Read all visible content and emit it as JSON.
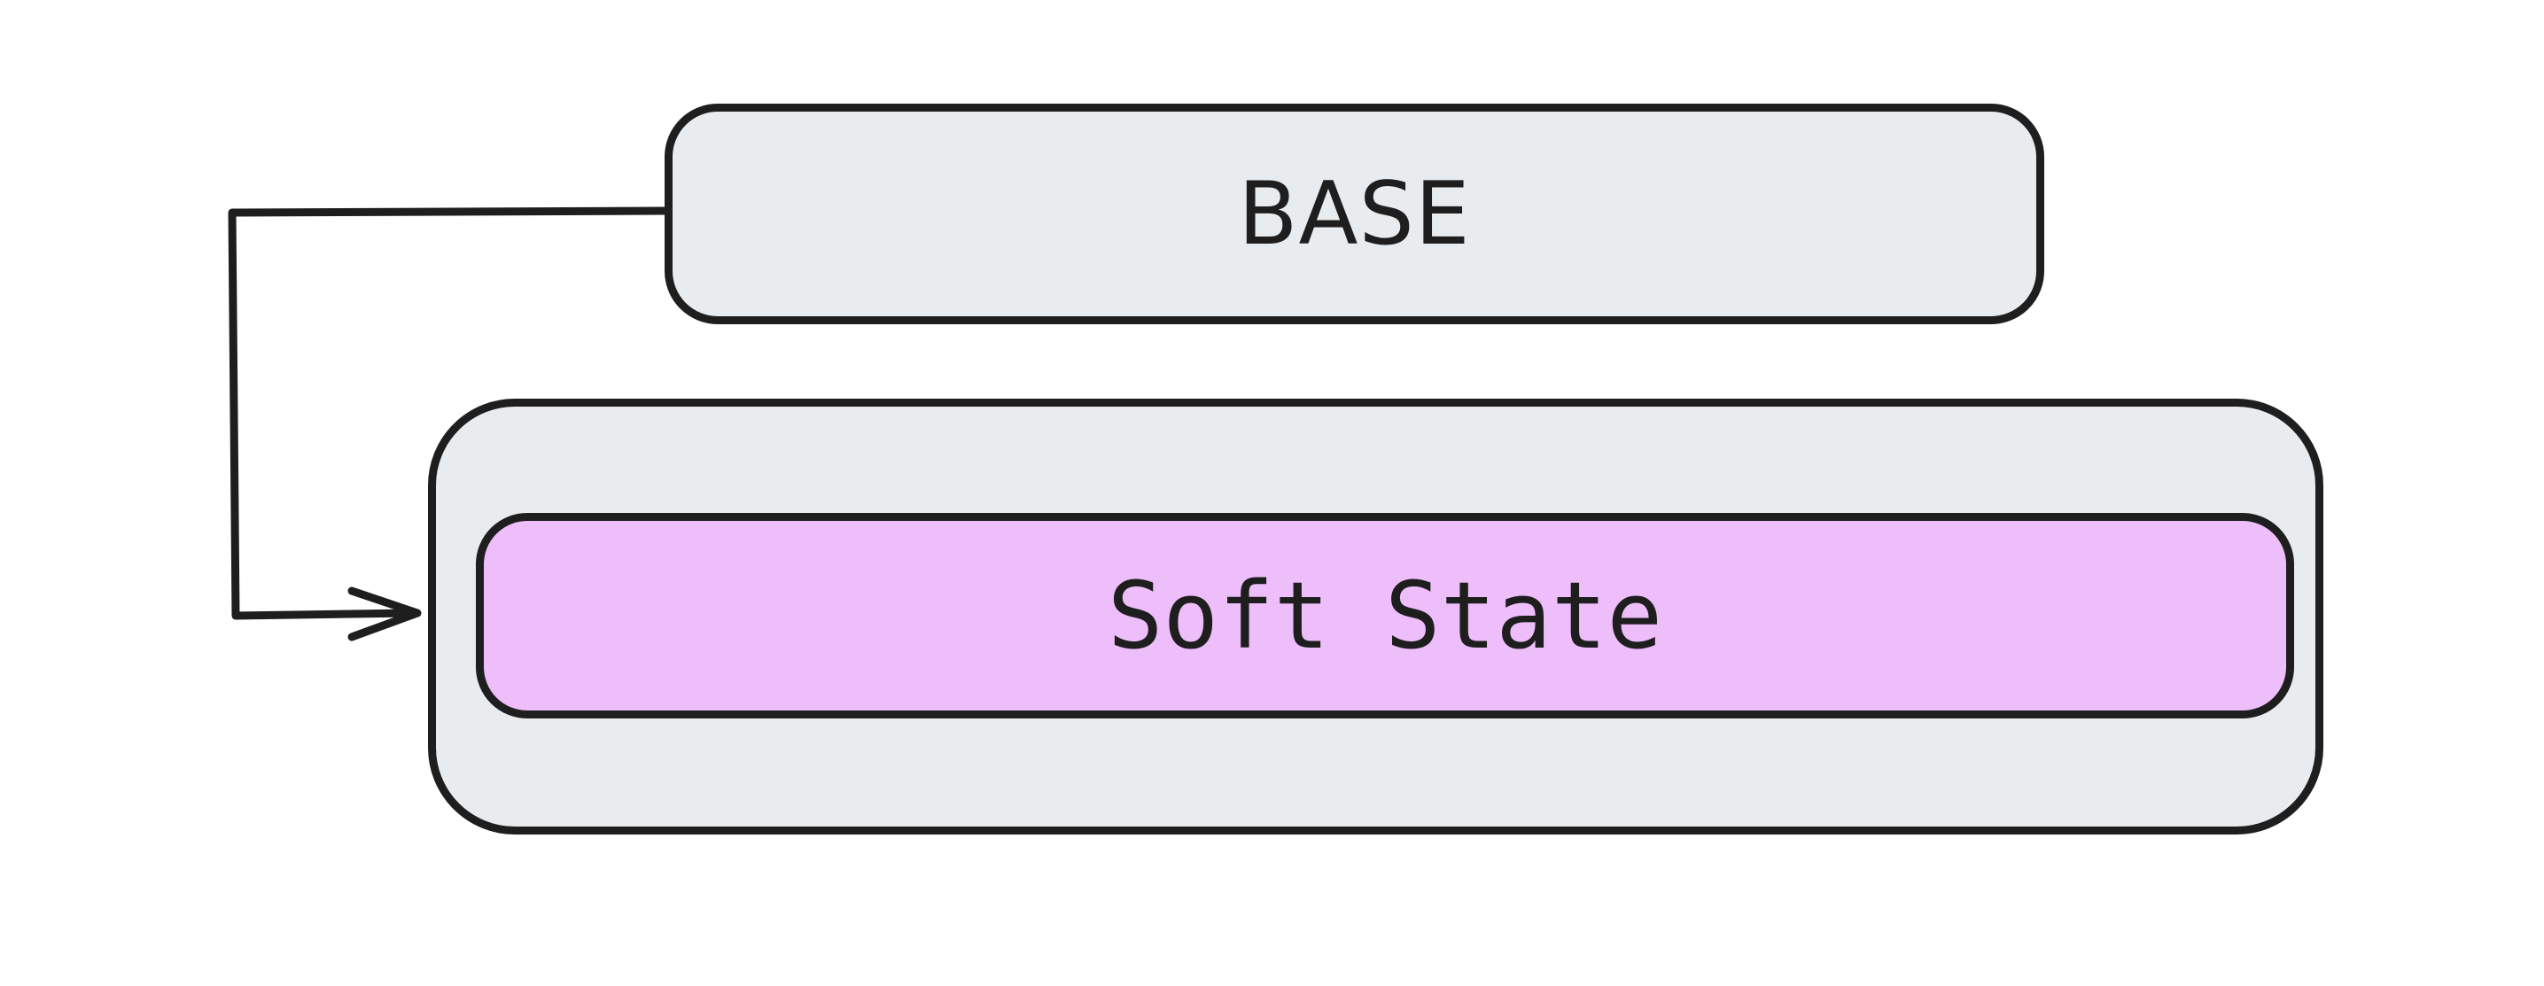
{
  "diagram": {
    "nodes": {
      "base": {
        "label": "BASE"
      },
      "container": {
        "label": ""
      },
      "soft_state": {
        "label": "Soft State"
      }
    },
    "edges": [
      {
        "from": "base",
        "to": "container",
        "label": ""
      }
    ],
    "colors": {
      "stroke": "#1e1e1e",
      "box_fill": "#e9ecef",
      "highlight_fill": "#eebefa",
      "background": "#ffffff"
    }
  }
}
